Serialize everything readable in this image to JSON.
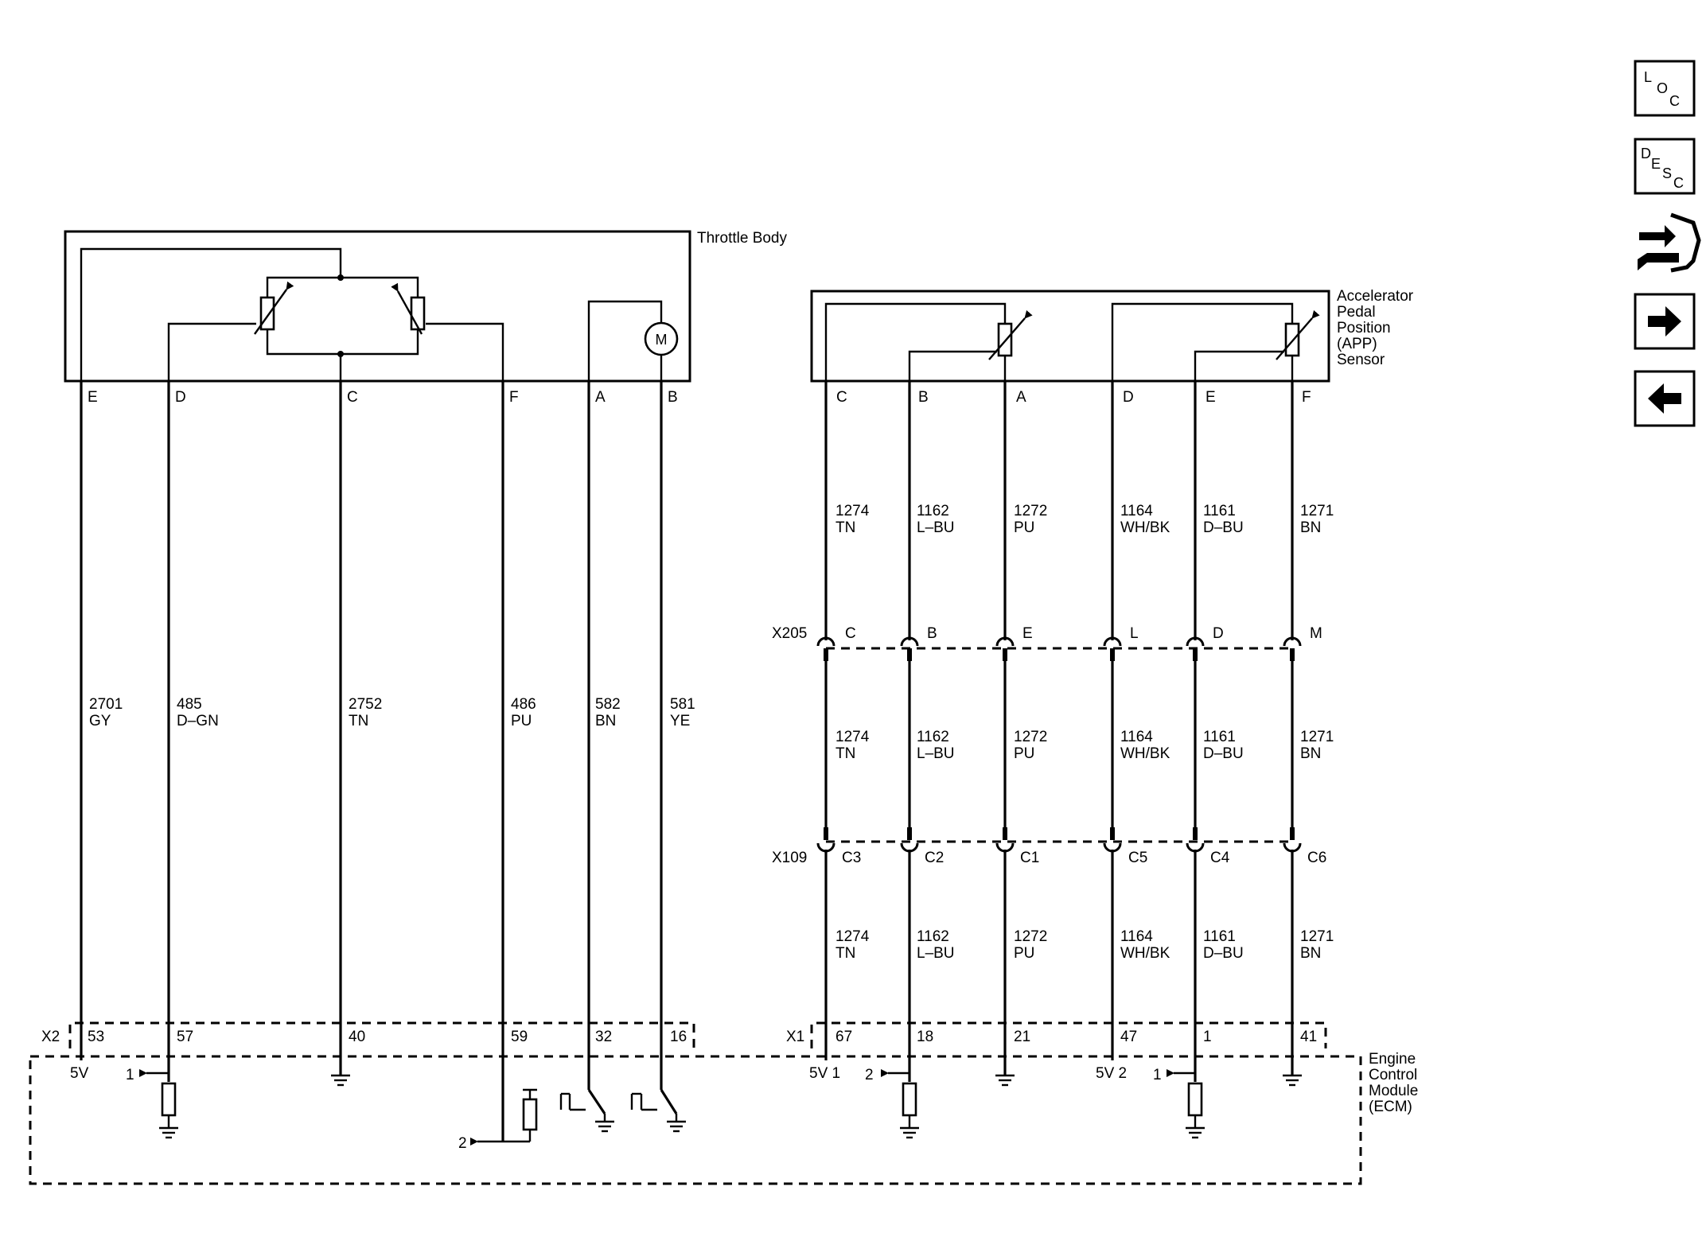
{
  "components": {
    "throttle_body": "Throttle Body",
    "app_sensor": [
      "Accelerator",
      "Pedal",
      "Position",
      "(APP)",
      "Sensor"
    ],
    "ecm": [
      "Engine",
      "Control",
      "Module",
      "(ECM)"
    ],
    "motor_symbol": "M"
  },
  "throttle_body_pins": [
    "E",
    "D",
    "C",
    "F",
    "A",
    "B"
  ],
  "throttle_wires": [
    {
      "circuit": "2701",
      "color": "GY"
    },
    {
      "circuit": "485",
      "color": "D–GN"
    },
    {
      "circuit": "2752",
      "color": "TN"
    },
    {
      "circuit": "486",
      "color": "PU"
    },
    {
      "circuit": "582",
      "color": "BN"
    },
    {
      "circuit": "581",
      "color": "YE"
    }
  ],
  "app_pins": [
    "C",
    "B",
    "A",
    "D",
    "E",
    "F"
  ],
  "app_wires": [
    {
      "circuit": "1274",
      "color": "TN"
    },
    {
      "circuit": "1162",
      "color": "L–BU"
    },
    {
      "circuit": "1272",
      "color": "PU"
    },
    {
      "circuit": "1164",
      "color": "WH/BK"
    },
    {
      "circuit": "1161",
      "color": "D–BU"
    },
    {
      "circuit": "1271",
      "color": "BN"
    }
  ],
  "connectors": {
    "x205": {
      "name": "X205",
      "pins": [
        "C",
        "B",
        "E",
        "L",
        "D",
        "M"
      ]
    },
    "x109": {
      "name": "X109",
      "pins": [
        "C3",
        "C2",
        "C1",
        "C5",
        "C4",
        "C6"
      ]
    },
    "x2": {
      "name": "X2",
      "pins": [
        "53",
        "57",
        "40",
        "59",
        "32",
        "16"
      ]
    },
    "x1": {
      "name": "X1",
      "pins": [
        "67",
        "18",
        "21",
        "47",
        "1",
        "41"
      ]
    }
  },
  "ecm_labels": {
    "vref_a": "5V",
    "vref_b": "5V 1",
    "vref_c": "5V 2",
    "one": "1",
    "two": "2"
  },
  "toolbar": [
    {
      "icon": "loc-icon",
      "letters": [
        "L",
        "O",
        "C"
      ]
    },
    {
      "icon": "desc-icon",
      "letters": [
        "D",
        "E",
        "S",
        "C"
      ]
    },
    {
      "icon": "connector-end-view-icon"
    },
    {
      "icon": "next-arrow-icon"
    },
    {
      "icon": "previous-arrow-icon"
    }
  ]
}
